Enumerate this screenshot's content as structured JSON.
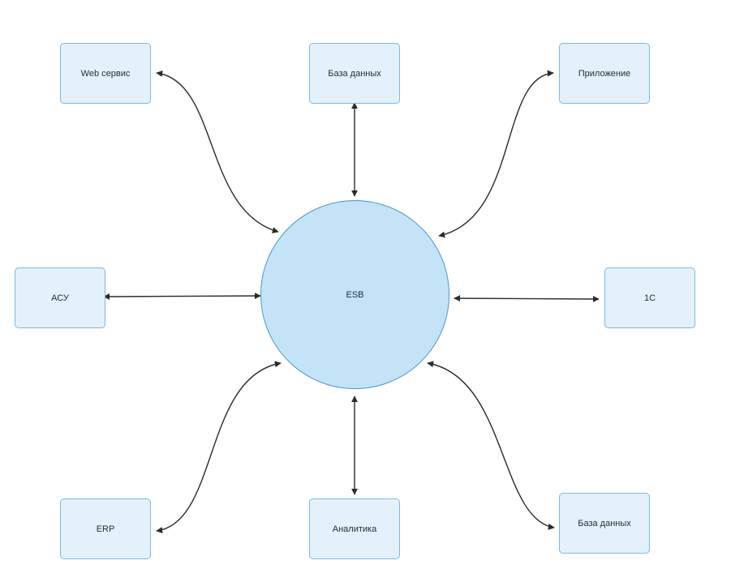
{
  "diagram": {
    "hub": {
      "label": "ESB"
    },
    "nodes": {
      "web_service": {
        "label": "Web сервис"
      },
      "database_top": {
        "label": "База данных"
      },
      "application": {
        "label": "Приложение"
      },
      "acu": {
        "label": "АСУ"
      },
      "one_c": {
        "label": "1С"
      },
      "erp": {
        "label": "ERP"
      },
      "analytics": {
        "label": "Аналитика"
      },
      "database_bottom": {
        "label": "База данных"
      }
    },
    "connections": [
      {
        "from": "ESB",
        "to": "Web сервис",
        "direction": "bidirectional"
      },
      {
        "from": "ESB",
        "to": "База данных",
        "direction": "bidirectional"
      },
      {
        "from": "ESB",
        "to": "Приложение",
        "direction": "bidirectional"
      },
      {
        "from": "ESB",
        "to": "АСУ",
        "direction": "bidirectional"
      },
      {
        "from": "ESB",
        "to": "1С",
        "direction": "bidirectional"
      },
      {
        "from": "ESB",
        "to": "ERP",
        "direction": "bidirectional"
      },
      {
        "from": "ESB",
        "to": "Аналитика",
        "direction": "bidirectional"
      },
      {
        "from": "ESB",
        "to": "База данных",
        "direction": "bidirectional"
      }
    ],
    "colors": {
      "node_fill": "#e4f1fb",
      "node_border": "#7ab8e6",
      "hub_fill": "#c5e3f7",
      "hub_border": "#4e95cc",
      "edge": "#2b2b2b"
    }
  }
}
